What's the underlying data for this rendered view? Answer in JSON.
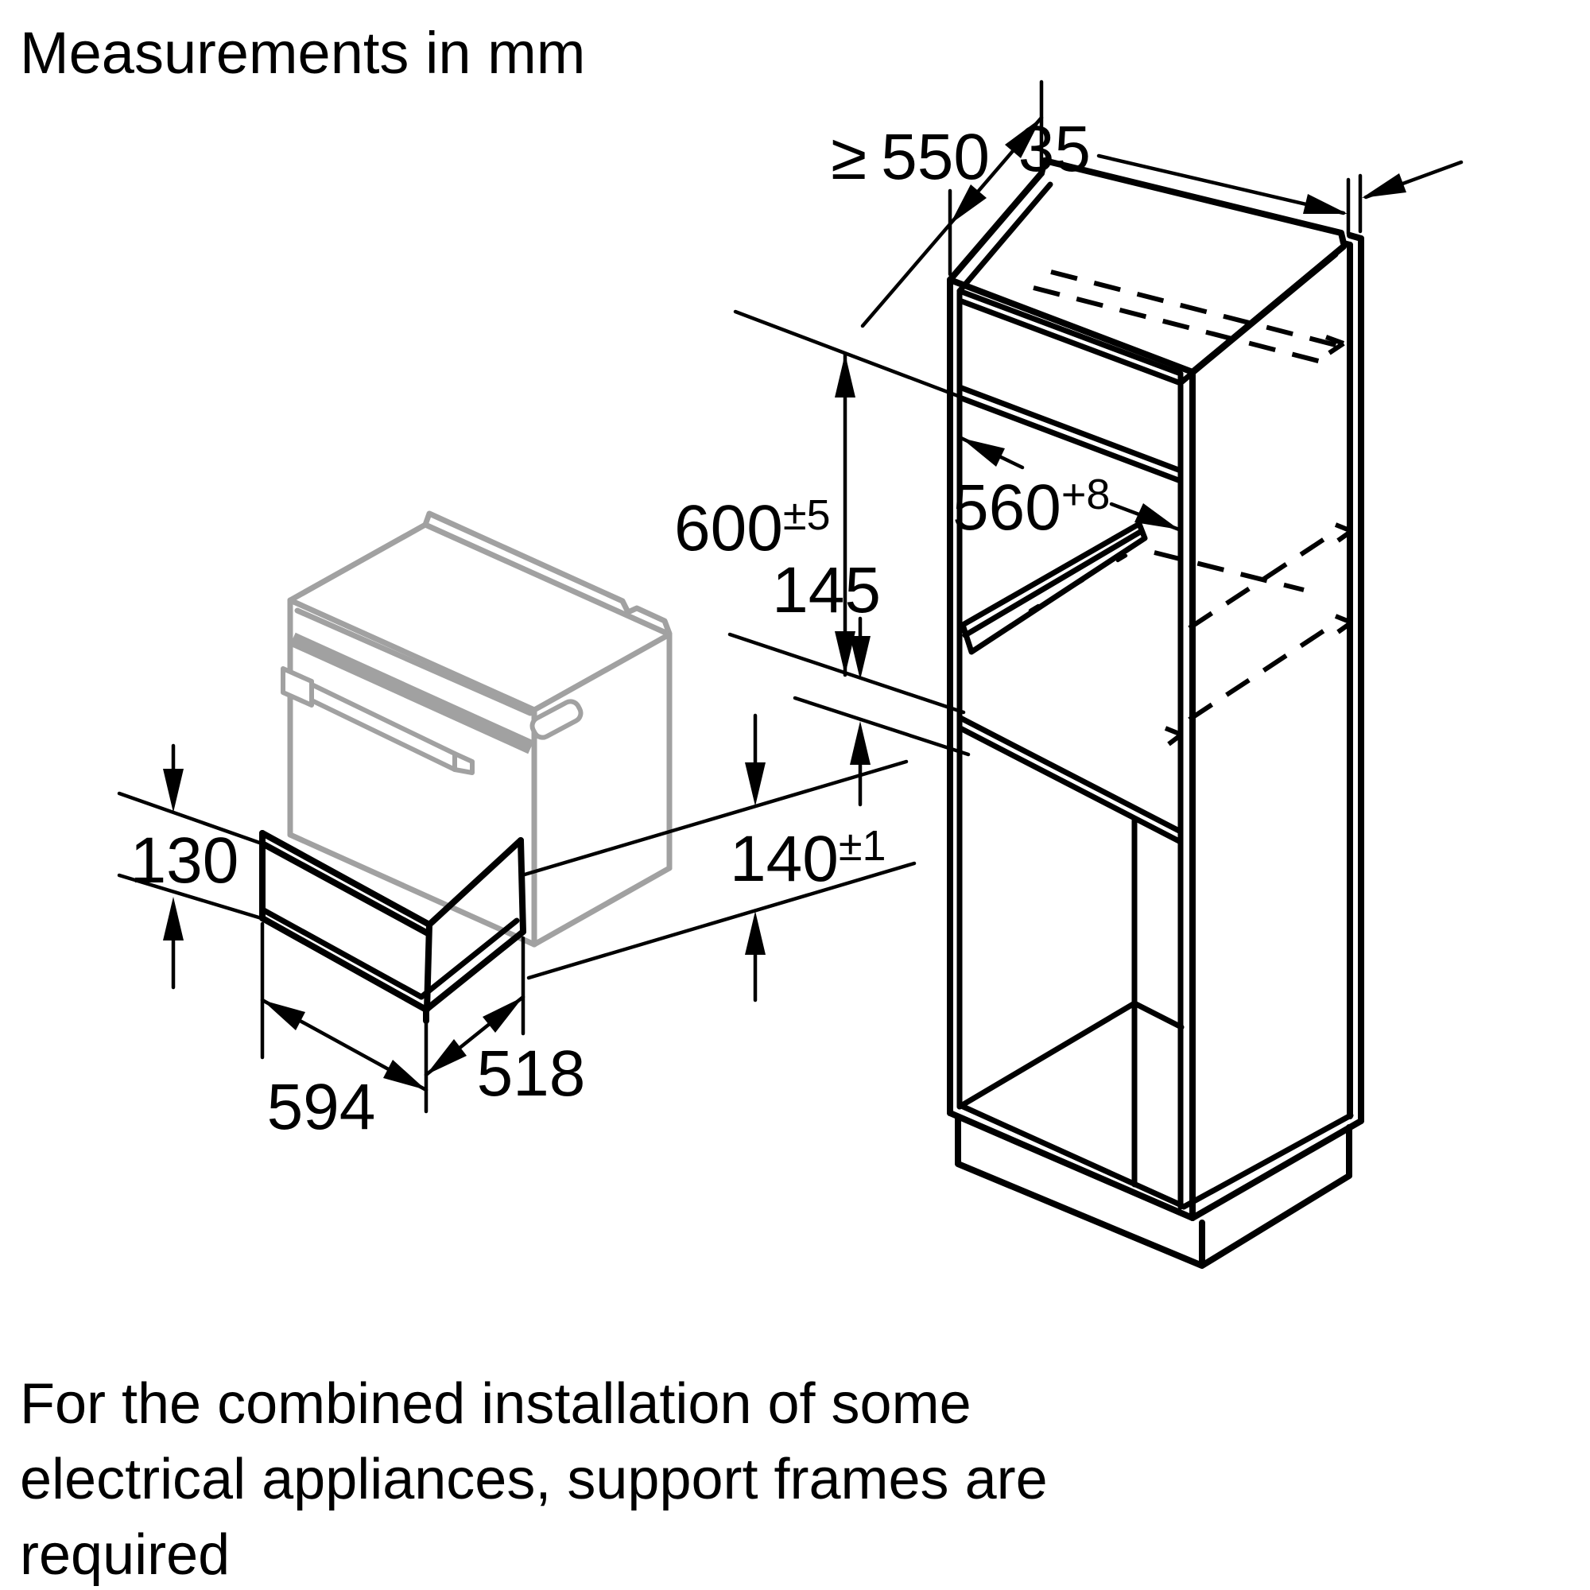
{
  "title": "Measurements in mm",
  "caption": {
    "line1": "For the combined installation of some",
    "line2": "electrical appliances, support frames are",
    "line3": "required"
  },
  "units": "mm",
  "colors": {
    "line": "#000000",
    "appliance_gray": "#a1a1a1",
    "background": "#ffffff"
  },
  "cabinet": {
    "dims": {
      "min_depth": {
        "symbol": "≥",
        "value": "550"
      },
      "rear_gap": {
        "value": "35"
      },
      "oven_niche_height": {
        "value": "600",
        "tolerance": "±5"
      },
      "niche_width": {
        "value": "560",
        "tolerance": "+8"
      },
      "drawer_niche_height": {
        "value": "145"
      }
    }
  },
  "appliance": {
    "dims": {
      "drawer_front_height": {
        "value": "130"
      },
      "appliance_width": {
        "value": "594"
      },
      "appliance_depth": {
        "value": "518"
      },
      "drawer_niche_height": {
        "value": "140",
        "tolerance": "±1"
      }
    }
  }
}
